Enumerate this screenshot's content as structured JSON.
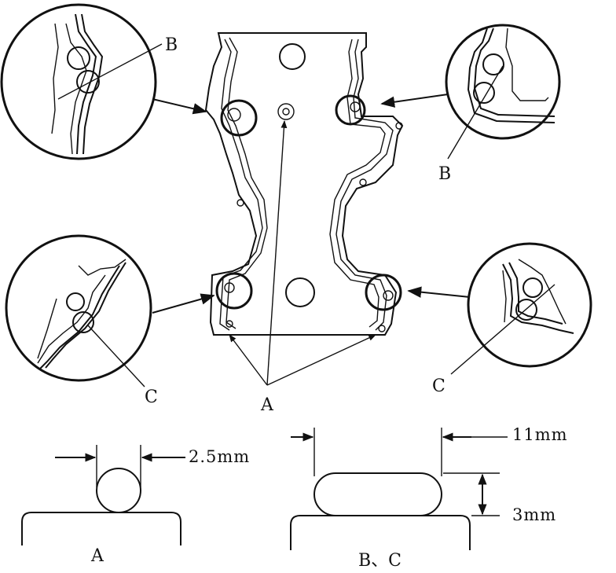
{
  "callouts": {
    "top_left": "B",
    "top_right": "B",
    "bottom_left": "C",
    "bottom_right": "C",
    "center": "A"
  },
  "details": {
    "a_width": "2.5mm",
    "a_caption": "A",
    "bc_width": "11mm",
    "bc_height": "3mm",
    "bc_caption": "B、C"
  }
}
